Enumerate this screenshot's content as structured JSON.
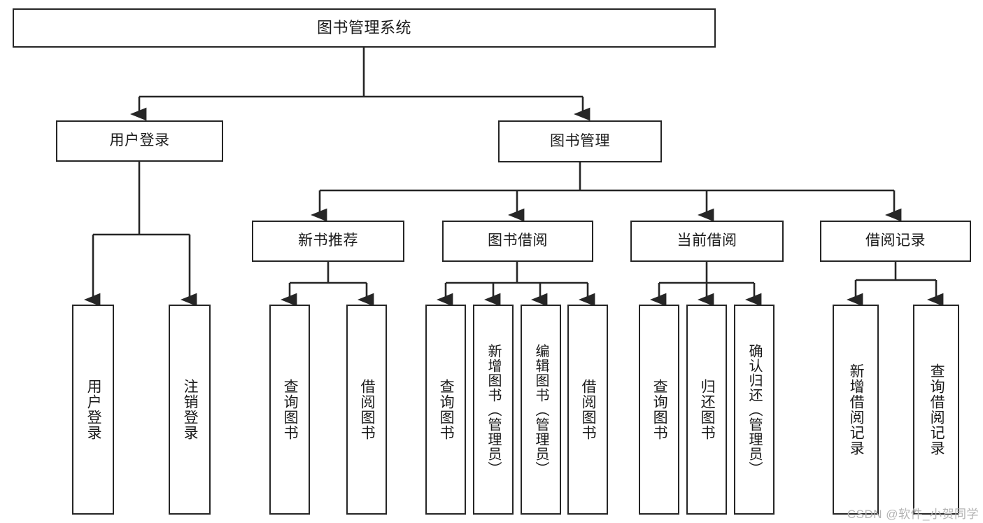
{
  "diagram": {
    "title": "图书管理系统",
    "type": "tree-hierarchy-diagram",
    "colors": {
      "box_border": "#262626",
      "box_fill": "#ffffff",
      "connector": "#262626",
      "text": "#1a1a1a",
      "watermark": "#b3b3b3",
      "background": "#ffffff"
    },
    "root": {
      "label": "图书管理系统"
    },
    "level2": [
      {
        "label": "用户登录"
      },
      {
        "label": "图书管理"
      }
    ],
    "level3": [
      {
        "label": "新书推荐"
      },
      {
        "label": "图书借阅"
      },
      {
        "label": "当前借阅"
      },
      {
        "label": "借阅记录"
      }
    ],
    "leaves": {
      "user_login": [
        {
          "label": "用户登录"
        },
        {
          "label": "注销登录"
        }
      ],
      "new_book_recommend": [
        {
          "label": "查询图书"
        },
        {
          "label": "借阅图书"
        }
      ],
      "book_borrow": [
        {
          "label": "查询图书"
        },
        {
          "label": "新增图书（管理员）"
        },
        {
          "label": "编辑图书（管理员）"
        },
        {
          "label": "借阅图书"
        }
      ],
      "current_borrow": [
        {
          "label": "查询图书"
        },
        {
          "label": "归还图书"
        },
        {
          "label": "确认归还（管理员）"
        }
      ],
      "borrow_record": [
        {
          "label": "新增借阅记录"
        },
        {
          "label": "查询借阅记录"
        }
      ]
    }
  },
  "watermark": {
    "text": "CSDN @软件_小贺同学"
  }
}
